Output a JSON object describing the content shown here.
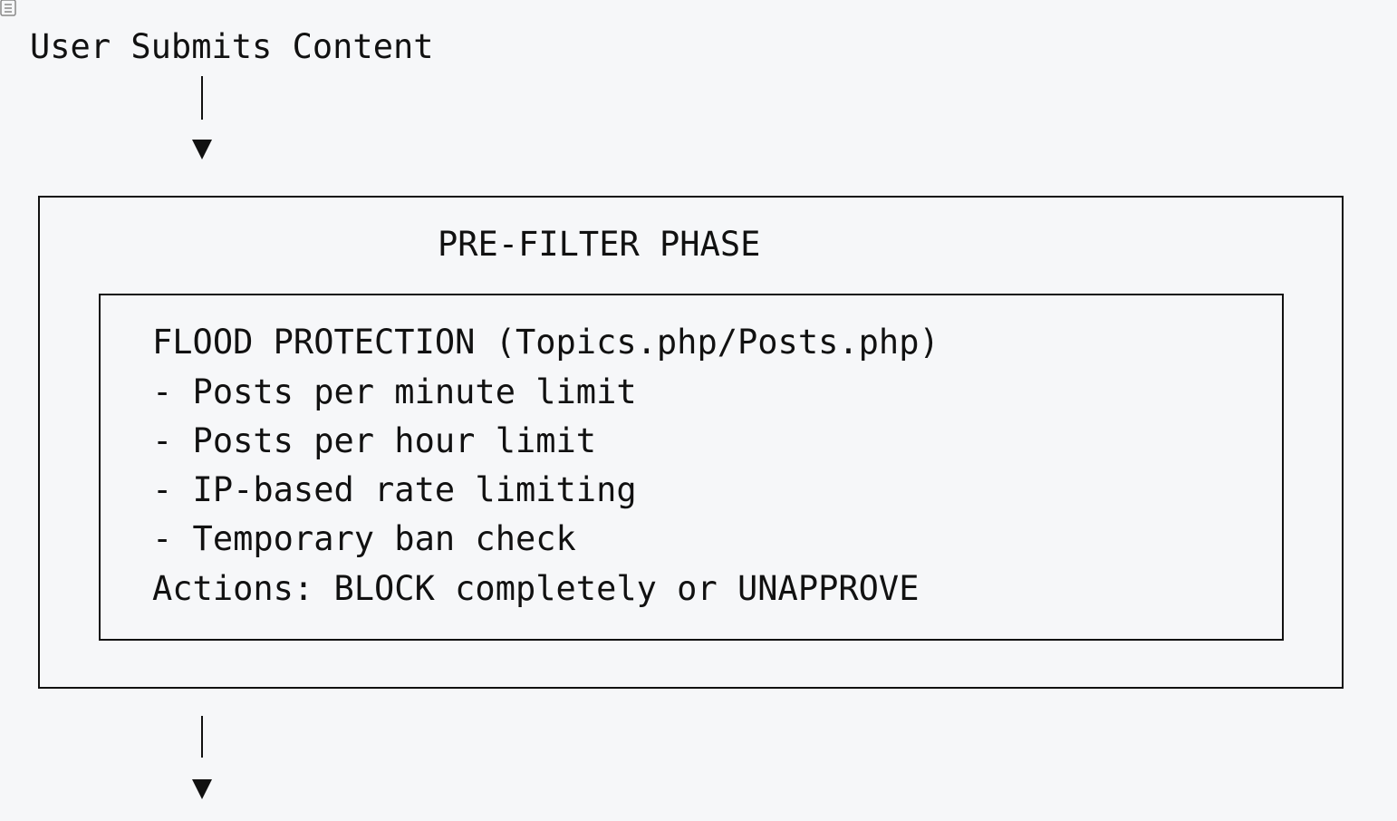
{
  "diagram": {
    "start_label": "User Submits Content",
    "phase": {
      "title": "PRE-FILTER PHASE",
      "section": {
        "title": "FLOOD PROTECTION (Topics.php/Posts.php)",
        "items": [
          "- Posts per minute limit",
          "- Posts per hour limit",
          "- IP-based rate limiting",
          "- Temporary ban check"
        ],
        "actions": "Actions: BLOCK completely or UNAPPROVE"
      }
    }
  },
  "icons": {
    "copy": "copy-icon",
    "arrow": "down-arrow-icon"
  }
}
